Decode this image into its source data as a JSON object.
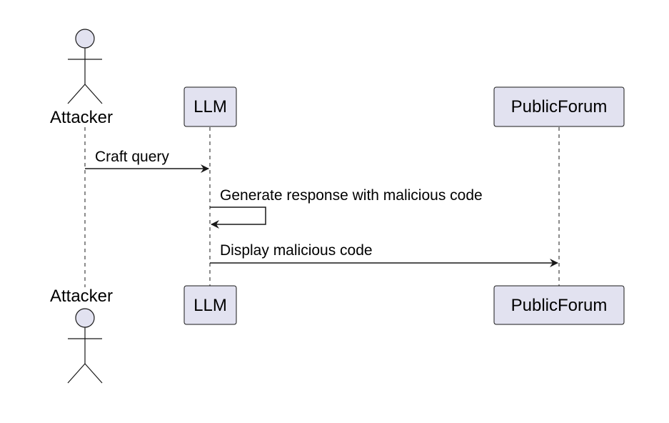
{
  "diagram": {
    "type": "sequence",
    "participants": [
      {
        "id": "attacker",
        "name": "Attacker",
        "kind": "actor"
      },
      {
        "id": "llm",
        "name": "LLM",
        "kind": "participant"
      },
      {
        "id": "forum",
        "name": "PublicForum",
        "kind": "participant"
      }
    ],
    "messages": [
      {
        "from": "attacker",
        "to": "llm",
        "label": "Craft query"
      },
      {
        "from": "llm",
        "to": "llm",
        "label": "Generate response with malicious code"
      },
      {
        "from": "llm",
        "to": "forum",
        "label": "Display malicious code"
      }
    ],
    "colors": {
      "participant_fill": "#E2E2F0",
      "line": "#181818",
      "background": "#FFFFFF"
    }
  }
}
